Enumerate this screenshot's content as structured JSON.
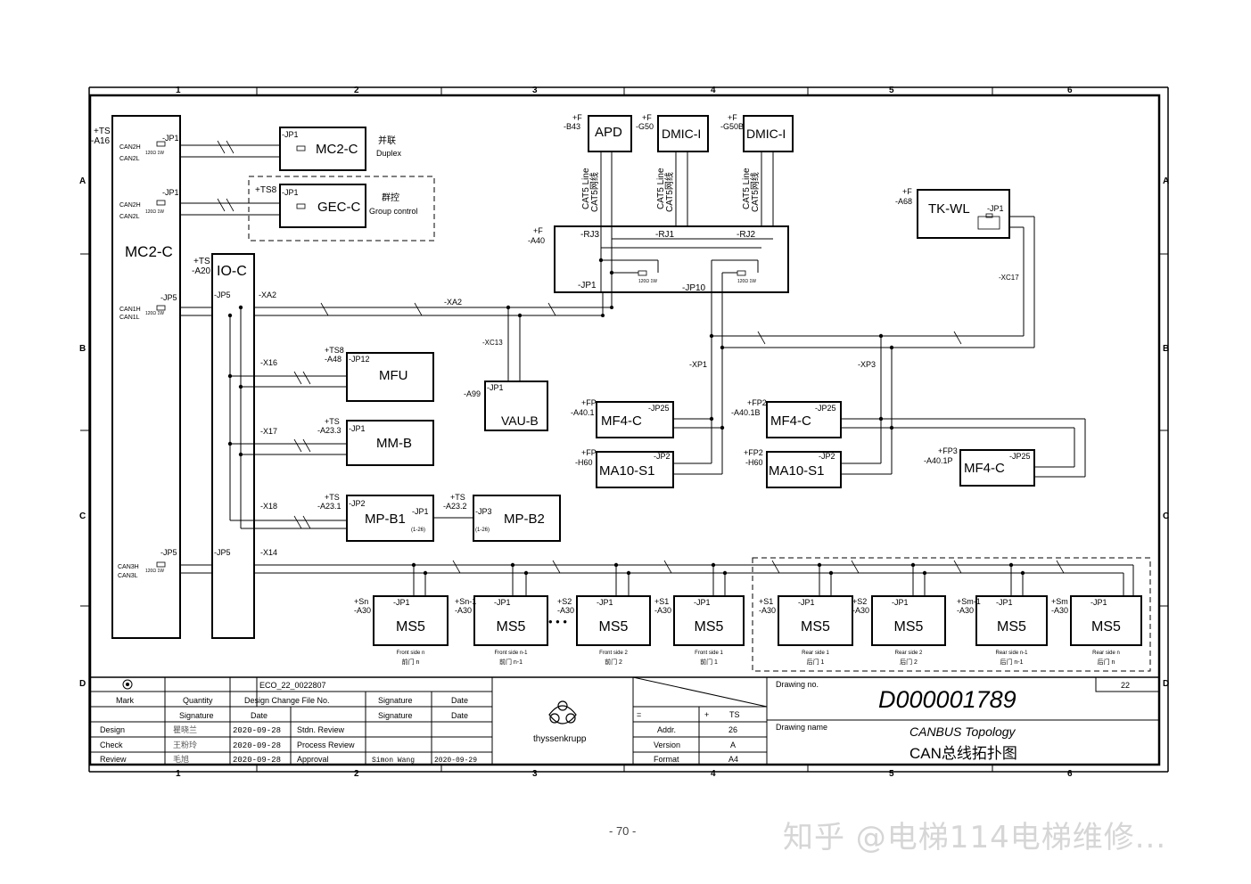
{
  "frame": {
    "col_numbers": [
      "1",
      "2",
      "3",
      "4",
      "5",
      "6"
    ],
    "row_letters": [
      "A",
      "B",
      "C",
      "D"
    ]
  },
  "blocks": {
    "mc2c_main": {
      "name": "MC2-C",
      "ref1": "+TS",
      "ref2": "-A16",
      "jp1": "-JP1",
      "jp5": "-JP5",
      "can2h": "CAN2H",
      "can2l": "CAN2L",
      "can1h": "CAN1H",
      "can1l": "CAN1L",
      "can3h": "CAN3H",
      "can3l": "CAN3L",
      "res": "120Ω 1W"
    },
    "ioc": {
      "name": "IO-C",
      "ref1": "+TS",
      "ref2": "-A20",
      "jp5a": "-JP5",
      "jp5b": "-JP5",
      "xa2": "-XA2",
      "x16": "-X16",
      "x17": "-X17",
      "x18": "-X18",
      "x14": "-X14"
    },
    "mc2c_duplex": {
      "name": "MC2-C",
      "jp": "-JP1",
      "cn": "并联",
      "en": "Duplex"
    },
    "gecc": {
      "name": "GEC-C",
      "ref": "+TS8",
      "jp": "-JP1",
      "cn": "群控",
      "en": "Group control"
    },
    "mfu": {
      "name": "MFU",
      "ref1": "+TS8",
      "ref2": "-A48",
      "jp": "-JP12"
    },
    "mmb": {
      "name": "MM-B",
      "ref1": "+TS",
      "ref2": "-A23.3",
      "jp": "-JP1"
    },
    "mpb1": {
      "name": "MP-B1",
      "ref1": "+TS",
      "ref2": "-A23.1",
      "jp": "-JP2",
      "jp2": "-JP1",
      "range": "(1-26)"
    },
    "mpb2": {
      "name": "MP-B2",
      "ref1": "+TS",
      "ref2": "-A23.2",
      "jp": "-JP3",
      "range": "(1-26)"
    },
    "vaub": {
      "name": "VAU-B",
      "ref": "-A99",
      "jp": "-JP1",
      "xc13": "-XC13"
    },
    "apd": {
      "name": "APD",
      "ref1": "+F",
      "ref2": "-B43"
    },
    "dmic1": {
      "name": "DMIC-I",
      "ref1": "+F",
      "ref2": "-G50"
    },
    "dmic2": {
      "name": "DMIC-I",
      "ref1": "+F",
      "ref2": "-G50B"
    },
    "hub": {
      "ref1": "+F",
      "ref2": "-A40",
      "rj3": "-RJ3",
      "rj1": "-RJ1",
      "rj2": "-RJ2",
      "jp1": "-JP1",
      "jp10": "-JP10",
      "res": "120Ω 1W",
      "cable": "CAT5 Line",
      "cable_cn": "CAT5网线",
      "xa2": "-XA2"
    },
    "tkwl": {
      "name": "TK-WL",
      "ref1": "+F",
      "ref2": "-A68",
      "jp": "-JP1",
      "xc17": "-XC17"
    },
    "mf4c_1": {
      "name": "MF4-C",
      "ref1": "+FP",
      "ref2": "-A40.1",
      "jp": "-JP25",
      "xp": "-XP1"
    },
    "ma10_1": {
      "name": "MA10-S1",
      "ref1": "+FP",
      "ref2": "-H60",
      "jp": "-JP2"
    },
    "mf4c_2": {
      "name": "MF4-C",
      "ref1": "+FP2",
      "ref2": "-A40.1B",
      "jp": "-JP25",
      "xp": "-XP3"
    },
    "ma10_2": {
      "name": "MA10-S1",
      "ref1": "+FP2",
      "ref2": "-H60",
      "jp": "-JP2"
    },
    "mf4c_3": {
      "name": "MF4-C",
      "ref1": "+FP3",
      "ref2": "-A40.1P",
      "jp": "-JP25"
    }
  },
  "ms5_units": [
    {
      "name": "MS5",
      "ref1": "+Sn",
      "ref2": "-A30",
      "cap_en": "Front side n",
      "cap_cn": "前门 n"
    },
    {
      "name": "MS5",
      "ref1": "+Sn-1",
      "ref2": "-A30",
      "cap_en": "Front side n-1",
      "cap_cn": "前门 n-1"
    },
    {
      "name": "MS5",
      "ref1": "+S2",
      "ref2": "-A30",
      "cap_en": "Front side 2",
      "cap_cn": "前门 2"
    },
    {
      "name": "MS5",
      "ref1": "+S1",
      "ref2": "-A30",
      "cap_en": "Front side 1",
      "cap_cn": "前门 1"
    },
    {
      "name": "MS5",
      "ref1": "+S1",
      "ref2": "-A30",
      "cap_en": "Rear side 1",
      "cap_cn": "后门 1"
    },
    {
      "name": "MS5",
      "ref1": "+S2",
      "ref2": "-A30",
      "cap_en": "Rear side 2",
      "cap_cn": "后门 2"
    },
    {
      "name": "MS5",
      "ref1": "+Sm-1",
      "ref2": "-A30",
      "cap_en": "Rear side n-1",
      "cap_cn": "后门 n-1"
    },
    {
      "name": "MS5",
      "ref1": "+Sm",
      "ref2": "-A30",
      "cap_en": "Rear side n",
      "cap_cn": "后门 n"
    }
  ],
  "ms5_jp": "-JP1",
  "ellipsis": "• • •",
  "title_block": {
    "eco": "ECO_22_0022807",
    "mark": "Mark",
    "quantity": "Quantity",
    "design_change": "Design Change File No.",
    "signature": "Signature",
    "date": "Date",
    "rows": [
      {
        "role": "Design",
        "sig": "瞿晓兰",
        "date": "2020-09-28",
        "review": "Stdn. Review",
        "rsig": "",
        "rdate": ""
      },
      {
        "role": "Check",
        "sig": "王粉玲",
        "date": "2020-09-28",
        "review": "Process Review",
        "rsig": "",
        "rdate": ""
      },
      {
        "role": "Review",
        "sig": "毛旭",
        "date": "2020-09-28",
        "review": "Approval",
        "rsig": "Simon Wang",
        "rdate": "2020-09-29"
      }
    ],
    "company": "thyssenkrupp",
    "eq": "=",
    "plus": "+",
    "ts": "TS",
    "addr_label": "Addr.",
    "addr": "26",
    "version_label": "Version",
    "version": "A",
    "format_label": "Format",
    "format": "A4",
    "drawing_no_label": "Drawing no.",
    "drawing_no": "D000001789",
    "sheet": "22",
    "drawing_name_label": "Drawing name",
    "drawing_name_en": "CANBUS Topology",
    "drawing_name_cn": "CAN总线拓扑图"
  },
  "page_number": "- 70 -",
  "watermark": "知乎 @电梯114电梯维修..."
}
